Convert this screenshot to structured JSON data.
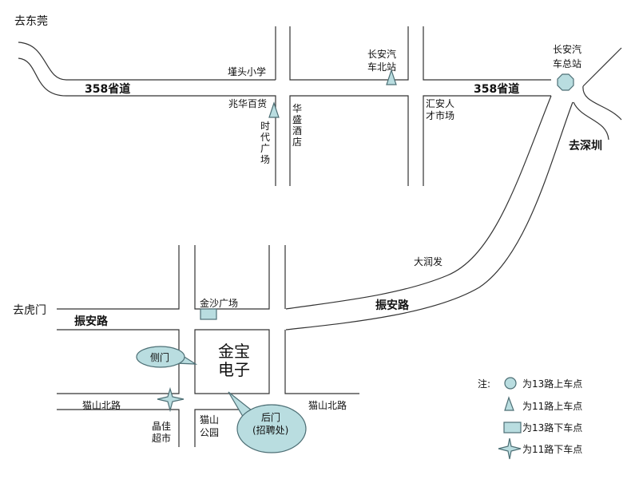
{
  "destinations": {
    "dongguan": "去东莞",
    "shenzhen": "去深圳",
    "humen": "去虎门"
  },
  "roads": {
    "provincial_left": "358省道",
    "provincial_right": "358省道",
    "zhenan_left": "振安路",
    "zhenan_right": "振安路",
    "maoshan_left": "猫山北路",
    "maoshan_right": "猫山北路"
  },
  "landmarks": {
    "jintou_school": "墐头小学",
    "zhaohua": "兆华百货",
    "shidai": [
      "时",
      "代",
      "广",
      "场"
    ],
    "huasheng": [
      "华",
      "盛",
      "酒",
      "店"
    ],
    "north_station": [
      "长安汽",
      "车北站"
    ],
    "huian": [
      "汇安人",
      "才市场"
    ],
    "main_station": [
      "长安汽",
      "车总站"
    ],
    "darunfa": "大润发",
    "jinsha": "金沙广场",
    "jingjia": [
      "晶佳",
      "超市"
    ],
    "maoshan_park": [
      "猫山",
      "公园"
    ]
  },
  "company": [
    "金宝",
    "电子"
  ],
  "callouts": {
    "side_gate": "侧门",
    "back_gate": [
      "后门",
      "(招聘处)"
    ]
  },
  "legend": {
    "title": "注:",
    "items": [
      {
        "icon": "octagon",
        "label": "为13路上车点"
      },
      {
        "icon": "triangle",
        "label": "为11路上车点"
      },
      {
        "icon": "square",
        "label": "为13路下车点"
      },
      {
        "icon": "star",
        "label": "为11路下车点"
      }
    ]
  },
  "colors": {
    "marker_fill": "#b9dde0",
    "marker_stroke": "#4d6f75"
  }
}
